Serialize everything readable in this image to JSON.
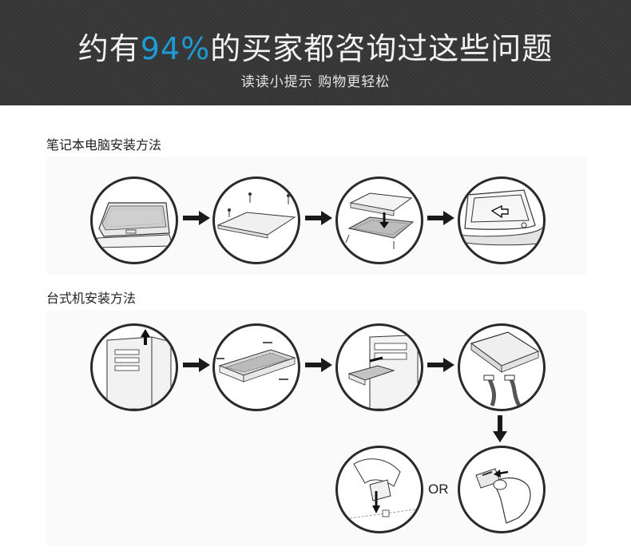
{
  "banner": {
    "title_pre": "约有",
    "title_accent": "94%",
    "title_post": "的买家都咨询过这些问题",
    "subtitle": "读读小提示 购物更轻松",
    "accent_color": "#1d9bd7"
  },
  "laptop": {
    "title": "笔记本电脑安装方法",
    "steps": [
      "laptop-bay-icon",
      "drive-cover-screws-icon",
      "drive-into-caddy-icon",
      "caddy-install-icon"
    ]
  },
  "desktop": {
    "title": "台式机安装方法",
    "steps": [
      "case-open-icon",
      "mounting-bracket-icon",
      "bracket-into-case-icon",
      "sata-cable-icon"
    ],
    "connect_steps": [
      "connector-plug-icon",
      "connector-press-icon"
    ],
    "or_label": "OR"
  }
}
